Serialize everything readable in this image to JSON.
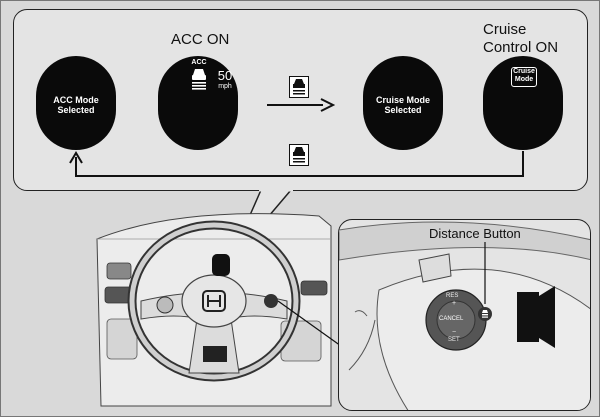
{
  "diagram": {
    "acc_on_heading": "ACC ON",
    "cruise_on_heading_line1": "Cruise",
    "cruise_on_heading_line2": "Control ON",
    "acc_mode_selected_line1": "ACC Mode",
    "acc_mode_selected_line2": "Selected",
    "acc_indicator_text": "ACC",
    "speed_value": "50",
    "speed_unit": "mph",
    "cruise_mode_selected_line1": "Cruise Mode",
    "cruise_mode_selected_line2": "Selected",
    "cruise_mode_indicator_line1": "Cruise",
    "cruise_mode_indicator_line2": "Mode",
    "distance_button_label": "Distance Button",
    "switch_res_label": "RES",
    "switch_res_sign": "+",
    "switch_cancel_label": "CANCEL",
    "switch_set_label": "SET",
    "switch_set_sign": "−"
  },
  "colors": {
    "background": "#d9d9d9",
    "panel": "#e4e4e4",
    "display_fill": "#0a0a0a",
    "line": "#1a1a1a",
    "car_body": "#ececec"
  },
  "icons": [
    "car-distance-icon",
    "arrow-right-icon",
    "return-arrow-icon",
    "honda-logo-icon"
  ]
}
